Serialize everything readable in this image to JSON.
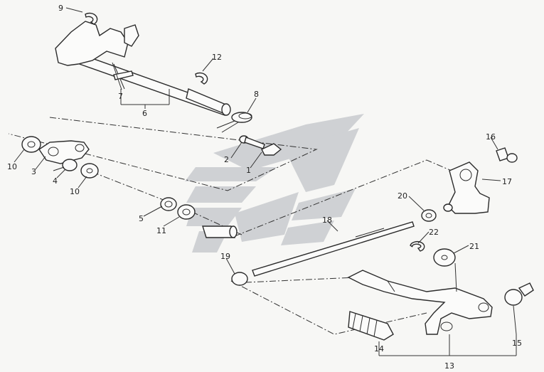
{
  "callouts": [
    {
      "id": "c1",
      "text": "1"
    },
    {
      "id": "c2",
      "text": "2"
    },
    {
      "id": "c3",
      "text": "3"
    },
    {
      "id": "c4",
      "text": "4"
    },
    {
      "id": "c5",
      "text": "5"
    },
    {
      "id": "c6",
      "text": "6"
    },
    {
      "id": "c7",
      "text": "7"
    },
    {
      "id": "c8",
      "text": "8"
    },
    {
      "id": "c9",
      "text": "9"
    },
    {
      "id": "c10a",
      "text": "10"
    },
    {
      "id": "c10b",
      "text": "10"
    },
    {
      "id": "c11",
      "text": "11"
    },
    {
      "id": "c12",
      "text": "12"
    },
    {
      "id": "c13",
      "text": "13"
    },
    {
      "id": "c14",
      "text": "14"
    },
    {
      "id": "c15",
      "text": "15"
    },
    {
      "id": "c16",
      "text": "16"
    },
    {
      "id": "c17",
      "text": "17"
    },
    {
      "id": "c18",
      "text": "18"
    },
    {
      "id": "c19",
      "text": "19"
    },
    {
      "id": "c20",
      "text": "20"
    },
    {
      "id": "c21",
      "text": "21"
    },
    {
      "id": "c22",
      "text": "22"
    }
  ],
  "colors": {
    "ink": "#2b2b2b",
    "watermark": "#cfd1d4",
    "paper": "#f7f7f5"
  }
}
